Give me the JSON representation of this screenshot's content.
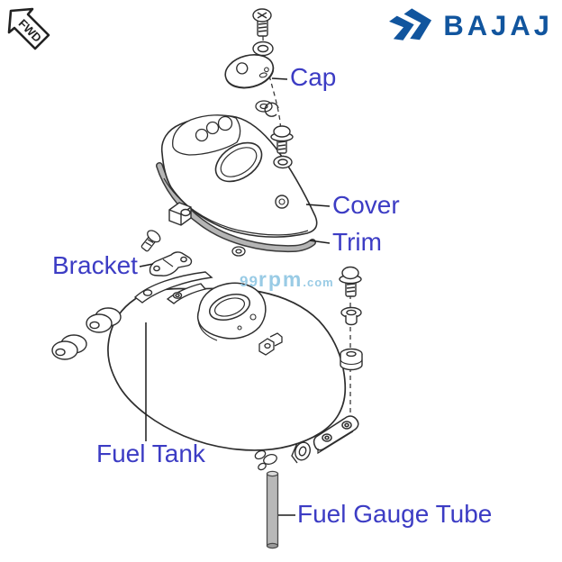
{
  "header": {
    "fwd_tag": "FWD",
    "brand": "BAJAJ"
  },
  "watermark": {
    "n1": "99",
    "n2": "rpm",
    "n3": ".com"
  },
  "labels": {
    "cap": "Cap",
    "cover": "Cover",
    "trim": "Trim",
    "bracket": "Bracket",
    "fuel_tank": "Fuel Tank",
    "fuel_gauge_tube": "Fuel Gauge Tube"
  },
  "icons": {
    "fwd_tag": "up-left-arrow-tag",
    "brand_mark": "bajaj-double-chevron"
  },
  "colors": {
    "label_blue": "#3c3cc4",
    "brand_blue": "#11559e",
    "watermark_blue": "#94c8e4",
    "line_art": "#2e2e2e",
    "part_gray": "#b5b5b5"
  }
}
